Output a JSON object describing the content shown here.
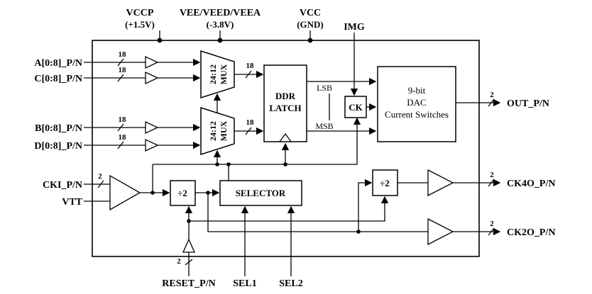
{
  "power": [
    {
      "name": "VCCP",
      "voltage": "(+1.5V)"
    },
    {
      "name": "VEE/VEED/VEEA",
      "voltage": "(-3.8V)"
    },
    {
      "name": "VCC",
      "voltage": "(GND)"
    },
    {
      "name": "IMG",
      "voltage": ""
    }
  ],
  "inputs": {
    "a": "A[0:8]_P/N",
    "c": "C[0:8]_P/N",
    "b": "B[0:8]_P/N",
    "d": "D[0:8]_P/N",
    "cki": "CKI_P/N",
    "vtt": "VTT",
    "reset": "RESET_P/N",
    "sel1": "SEL1",
    "sel2": "SEL2"
  },
  "outputs": {
    "out": "OUT_P/N",
    "ck4o": "CK4O_P/N",
    "ck2o": "CK2O_P/N"
  },
  "blocks": {
    "mux": {
      "line1": "24:12",
      "line2": "MUX"
    },
    "ddr": {
      "line1": "DDR",
      "line2": "LATCH"
    },
    "ck": "CK",
    "dac": {
      "line1": "9-bit",
      "line2": "DAC",
      "line3": "Current Switches"
    },
    "divider": "÷2",
    "selector": "SELECTOR"
  },
  "bus": {
    "data": "18",
    "pair": "2"
  },
  "annotations": {
    "lsb": "LSB",
    "msb": "MSB"
  },
  "colors": {
    "line": "#000000",
    "background": "#ffffff"
  }
}
